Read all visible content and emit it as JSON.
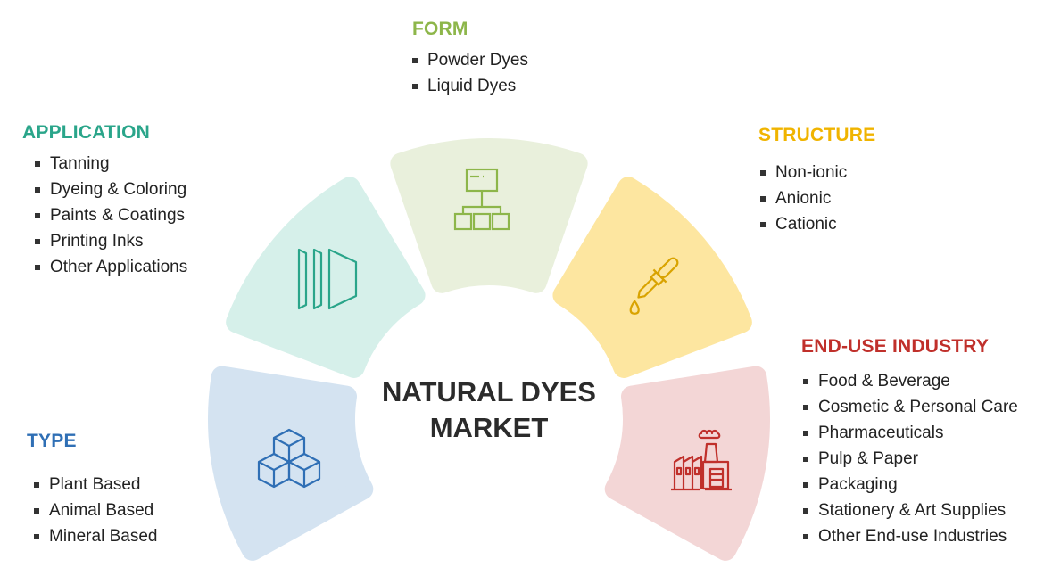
{
  "title": [
    "NATURAL DYES",
    "MARKET"
  ],
  "segments": {
    "form": {
      "heading": "FORM",
      "items": [
        "Powder Dyes",
        "Liquid Dyes"
      ],
      "color": "#8db64a",
      "fill": "#e9f0dc",
      "icon": "hierarchy-icon"
    },
    "application": {
      "heading": "APPLICATION",
      "items": [
        "Tanning",
        "Dyeing & Coloring",
        "Paints & Coatings",
        "Printing Inks",
        "Other Applications"
      ],
      "color": "#2aa58a",
      "fill": "#d6f0ea",
      "icon": "layers-icon"
    },
    "structure": {
      "heading": "STRUCTURE",
      "items": [
        "Non-ionic",
        "Anionic",
        "Cationic"
      ],
      "color": "#f0b400",
      "fill": "#fde6a0",
      "icon": "dropper-icon"
    },
    "end_use": {
      "heading": "END-USE INDUSTRY",
      "items": [
        "Food & Beverage",
        "Cosmetic & Personal Care",
        "Pharmaceuticals",
        "Pulp & Paper",
        "Packaging",
        "Stationery & Art Supplies",
        "Other End-use Industries"
      ],
      "color": "#c0302b",
      "fill": "#f3d6d6",
      "icon": "factory-icon"
    },
    "type": {
      "heading": "TYPE",
      "items": [
        "Plant Based",
        "Animal Based",
        "Mineral Based"
      ],
      "color": "#2f6fb5",
      "fill": "#d4e3f1",
      "icon": "cubes-icon"
    }
  }
}
